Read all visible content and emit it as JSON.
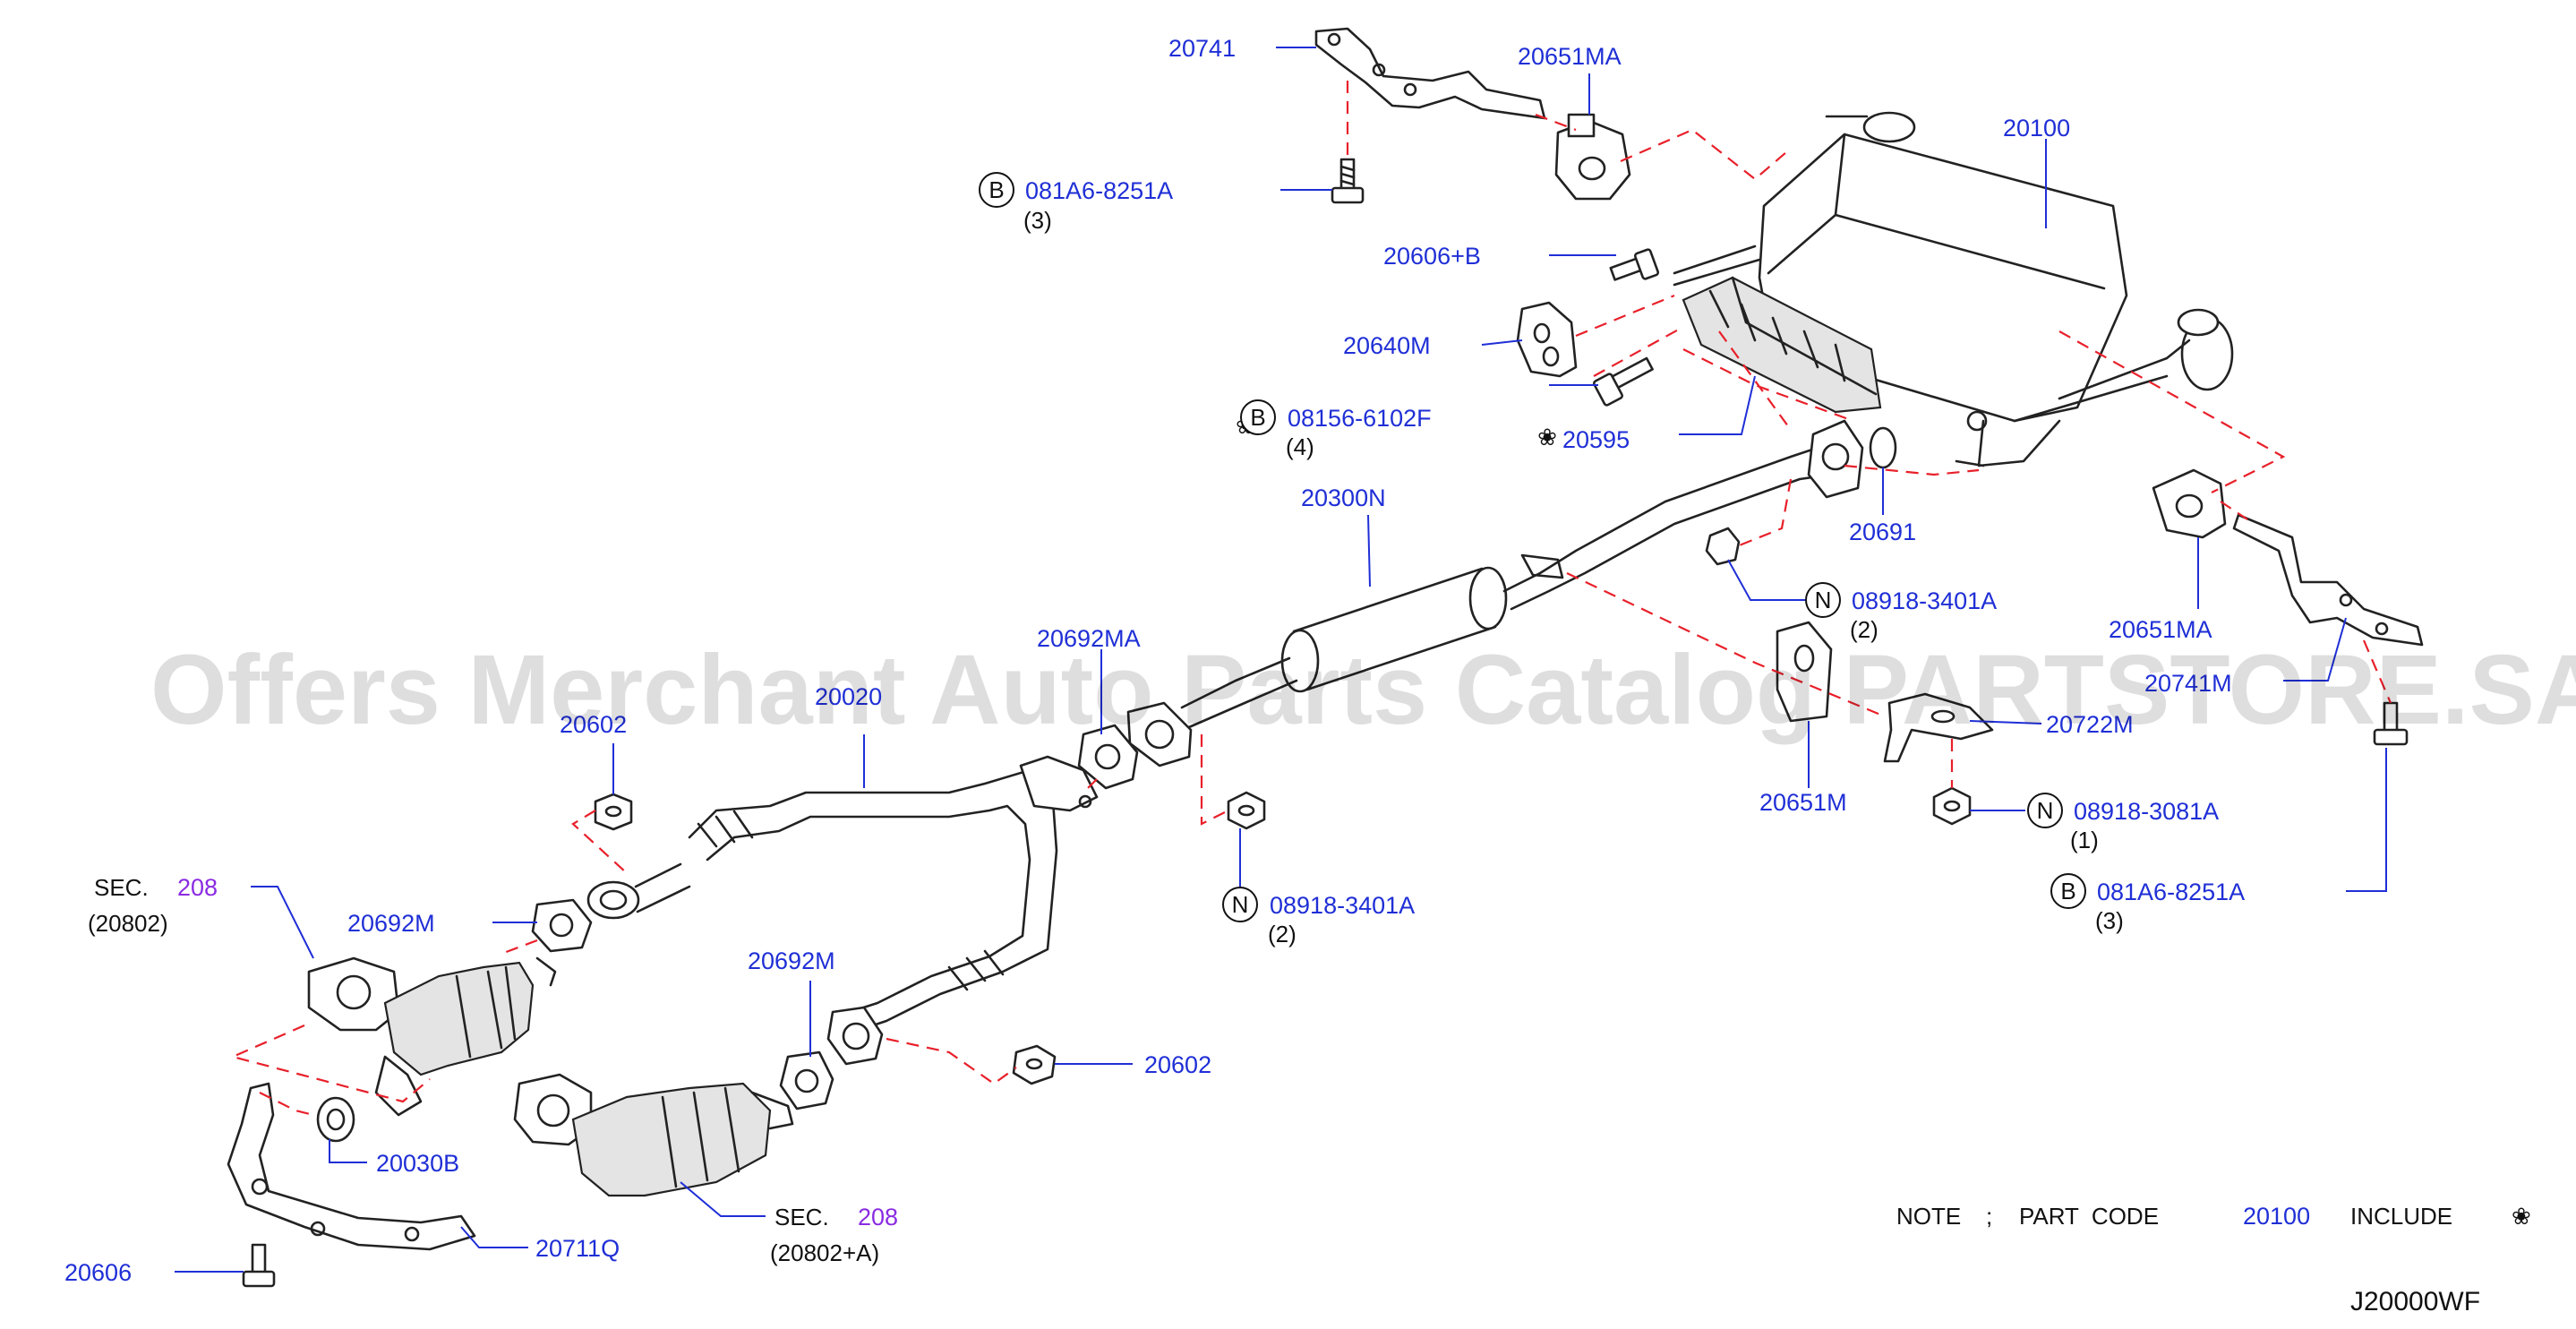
{
  "watermark": "Offers Merchant Auto Parts Catalog PARTSTORE.SA",
  "diagram_code": "J20000WF",
  "note": {
    "prefix": "NOTE",
    "separator": ";",
    "part_code_label": "PART  CODE",
    "part_code": "20100",
    "include_label": "INCLUDE",
    "symbol": "❀"
  },
  "labels": {
    "p20741": "20741",
    "p20651MA_top": "20651MA",
    "p081A6_top": "081A6-8251A",
    "p081A6_top_qty": "(3)",
    "p20100": "20100",
    "p20606B": "20606+B",
    "p20640M": "20640M",
    "p08156": "08156-6102F",
    "p08156_qty": "(4)",
    "p20595": "20595",
    "p20691": "20691",
    "p20300N": "20300N",
    "p08918_3401A_mid": "08918-3401A",
    "p08918_3401A_mid_qty": "(2)",
    "p20651MA_right": "20651MA",
    "p20741_right": "20741M",
    "p20692MA": "20692MA",
    "p20020": "20020",
    "p20602_top": "20602",
    "p20722M": "20722M",
    "p20651M": "20651M",
    "p08918_3081A": "08918-3081A",
    "p08918_3081A_qty": "(1)",
    "p081A6_right": "081A6-8251A",
    "p081A6_right_qty": "(3)",
    "p08918_3401A_low": "08918-3401A",
    "p08918_3401A_low_qty": "(2)",
    "sec_left_prefix": "SEC.",
    "sec_left_num": "208",
    "sec_left_sub": "(20802)",
    "p20692M_left": "20692M",
    "p20692M_mid": "20692M",
    "p20602_low": "20602",
    "p20030B": "20030B",
    "sec_low_prefix": "SEC.",
    "sec_low_num": "208",
    "sec_low_sub": "(20802+A)",
    "p20711Q": "20711Q",
    "p20606": "20606"
  },
  "symbols": {
    "bolt_b": "B",
    "nut_n": "N",
    "flower": "❀"
  },
  "colors": {
    "label_blue": "#1f2fd6",
    "section_purple": "#8a2be2",
    "dashed_red": "#e8202a",
    "line": "#222222"
  }
}
